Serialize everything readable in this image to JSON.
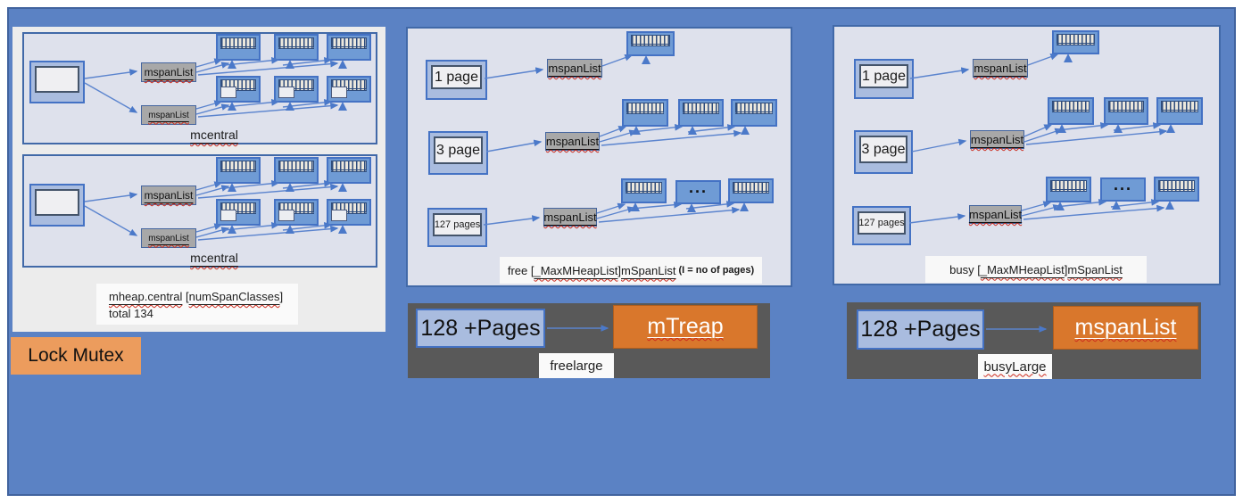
{
  "labels": {
    "mspanList": "mspanList",
    "mcentral": "mcentral",
    "dots": "...",
    "lock_mutex": "Lock Mutex",
    "one_page": "1 page",
    "three_page": "3 page",
    "pages_127": "127 pages",
    "pages_128": "128 +Pages",
    "mtreap": "mTreap",
    "mspanList_large": "mspanList",
    "freelarge": "freelarge",
    "busylarge": "busyLarge"
  },
  "heap_box": {
    "name": "mheap.central",
    "bracket_open": " [",
    "classes": "numSpanClasses",
    "bracket_close": "]",
    "total": "total 134"
  },
  "free_label": {
    "prefix": "free [",
    "list_type": "_MaxMHeapList",
    "bracket_close": "]",
    "span_list": "mSpanList",
    "note": " (I = no of pages)"
  },
  "busy_label": {
    "prefix": "busy [",
    "list_type": "_MaxMHeapList",
    "bracket_close": "]",
    "span_list": "mSpanList"
  },
  "colors": {
    "slide_bg": "#5b82c4",
    "panel_bg": "#dee1ec",
    "accent_border": "#4472c4",
    "span_fill": "#6f9bd5",
    "gray_node": "#a8a8a8",
    "dark_panel": "#595959",
    "orange_dark": "#d9772c",
    "orange_light": "#ec9c5d",
    "periwinkle": "#a9bcdf"
  }
}
